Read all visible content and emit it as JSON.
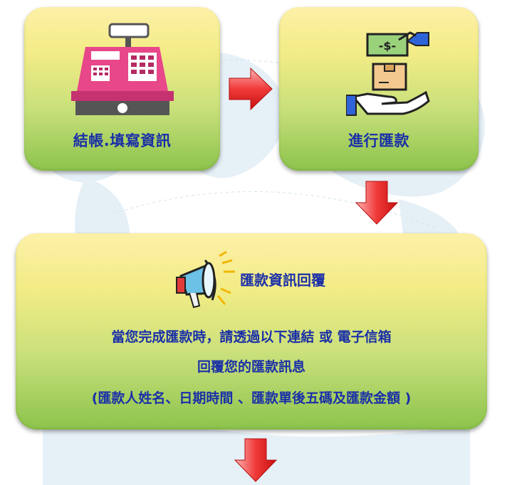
{
  "steps": [
    {
      "label": "結帳.填寫資訊",
      "icon": "cash-register-icon"
    },
    {
      "label": "進行匯款",
      "icon": "money-transfer-icon"
    }
  ],
  "reply": {
    "title": "匯款資訊回覆",
    "icon": "megaphone-icon",
    "lines": [
      "當您完成匯款時，請透過以下連結 或 電子信箱",
      "回覆您的匯款訊息",
      "(匯款人姓名、日期時間 、匯款單後五碼及匯款金額 )"
    ]
  },
  "colors": {
    "text": "#1a2fa8",
    "arrow": "#e8222a",
    "box_top": "#fdf0a8",
    "box_bottom": "#8cc34d"
  }
}
